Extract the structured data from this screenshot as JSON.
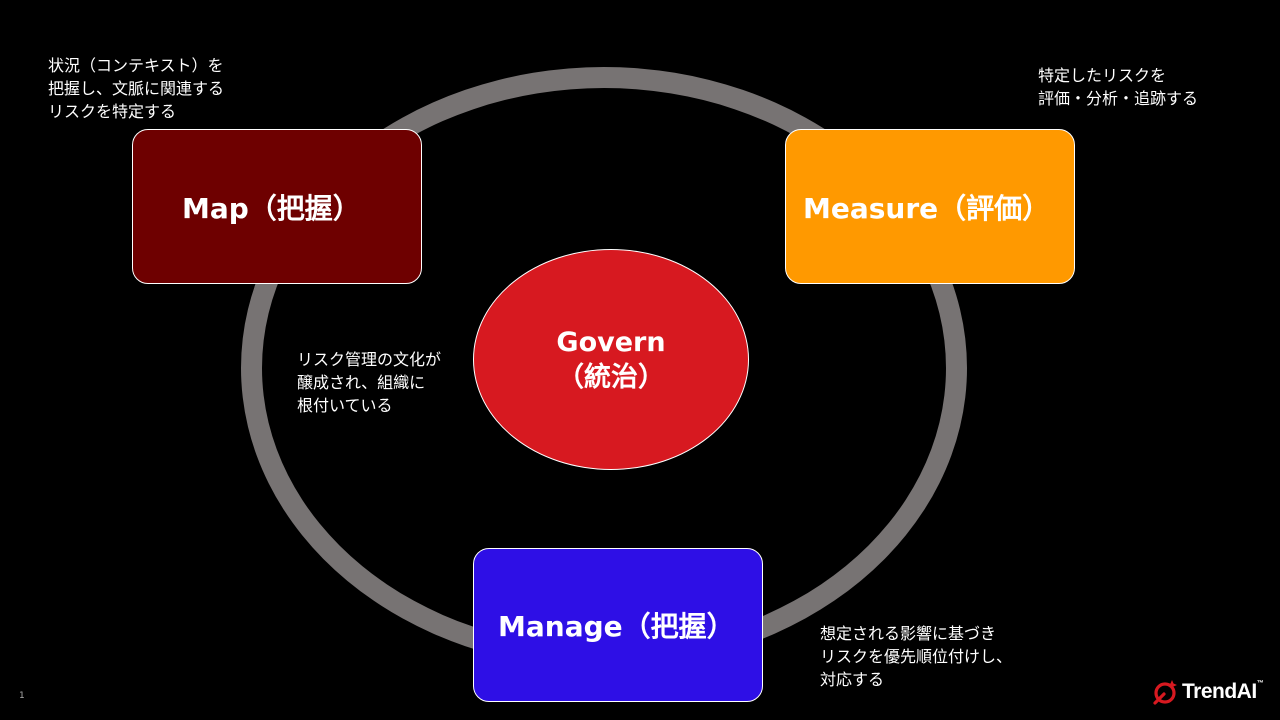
{
  "center": {
    "line1": "Govern",
    "line2": "（統治）"
  },
  "boxes": {
    "map": "Map（把握）",
    "measure": "Measure（評価）",
    "manage": "Manage（把握）"
  },
  "notes": {
    "map": "状況（コンテキスト）を\n把握し、文脈に関連する\nリスクを特定する",
    "measure": "特定したリスクを\n評価・分析・追跡する",
    "govern": "リスク管理の文化が\n醸成され、組織に\n根付いている",
    "manage": "想定される影響に基づき\nリスクを優先順位付けし、\n対応する"
  },
  "colors": {
    "map": "#6e0000",
    "measure": "#ff9900",
    "manage": "#2e0fe6",
    "govern": "#d71920",
    "ring": "#777373",
    "logo_accent": "#d71920"
  },
  "footer": {
    "page_number": "1",
    "logo": "TrendAI",
    "trademark": "™"
  }
}
